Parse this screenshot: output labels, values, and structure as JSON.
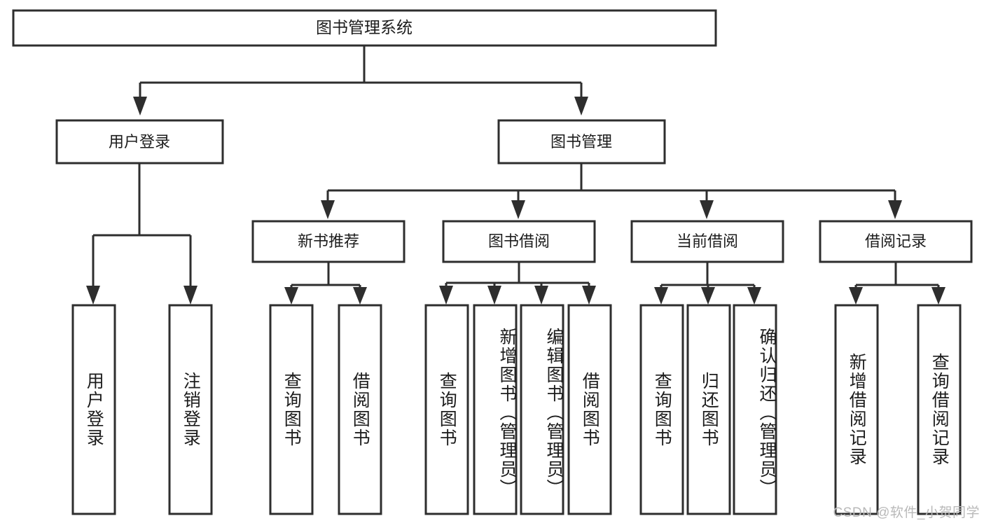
{
  "diagram": {
    "type": "tree-hierarchy",
    "title": "图书管理系统",
    "orientation": "top-down",
    "watermark": "CSDN @软件_小贺同学",
    "levels": 4,
    "root": {
      "id": "root",
      "label": "图书管理系统"
    },
    "level2": [
      {
        "id": "user-login",
        "label": "用户登录"
      },
      {
        "id": "book-management",
        "label": "图书管理"
      }
    ],
    "level3": [
      {
        "id": "new-book-recommend",
        "label": "新书推荐",
        "parent": "book-management"
      },
      {
        "id": "book-borrow",
        "label": "图书借阅",
        "parent": "book-management"
      },
      {
        "id": "current-borrow",
        "label": "当前借阅",
        "parent": "book-management"
      },
      {
        "id": "borrow-record",
        "label": "借阅记录",
        "parent": "book-management"
      }
    ],
    "leaves": {
      "user-login": [
        {
          "id": "leaf-user-login",
          "label": "用户登录"
        },
        {
          "id": "leaf-logout",
          "label": "注销登录"
        }
      ],
      "new-book-recommend": [
        {
          "id": "leaf-query-book-1",
          "label": "查询图书"
        },
        {
          "id": "leaf-borrow-book-1",
          "label": "借阅图书"
        }
      ],
      "book-borrow": [
        {
          "id": "leaf-query-book-2",
          "label": "查询图书"
        },
        {
          "id": "leaf-add-book",
          "label": "新增图书（管理员）"
        },
        {
          "id": "leaf-edit-book",
          "label": "编辑图书（管理员）"
        },
        {
          "id": "leaf-borrow-book-2",
          "label": "借阅图书"
        }
      ],
      "current-borrow": [
        {
          "id": "leaf-query-book-3",
          "label": "查询图书"
        },
        {
          "id": "leaf-return-book",
          "label": "归还图书"
        },
        {
          "id": "leaf-confirm-return",
          "label": "确认归还（管理员）"
        }
      ],
      "borrow-record": [
        {
          "id": "leaf-add-record",
          "label": "新增借阅记录"
        },
        {
          "id": "leaf-query-record",
          "label": "查询借阅记录"
        }
      ]
    },
    "colors": {
      "background": "#ffffff",
      "box_fill": "#ffffff",
      "box_stroke": "#2e2e2e",
      "text": "#1c1c1c",
      "watermark": "#b9b9b9"
    }
  }
}
